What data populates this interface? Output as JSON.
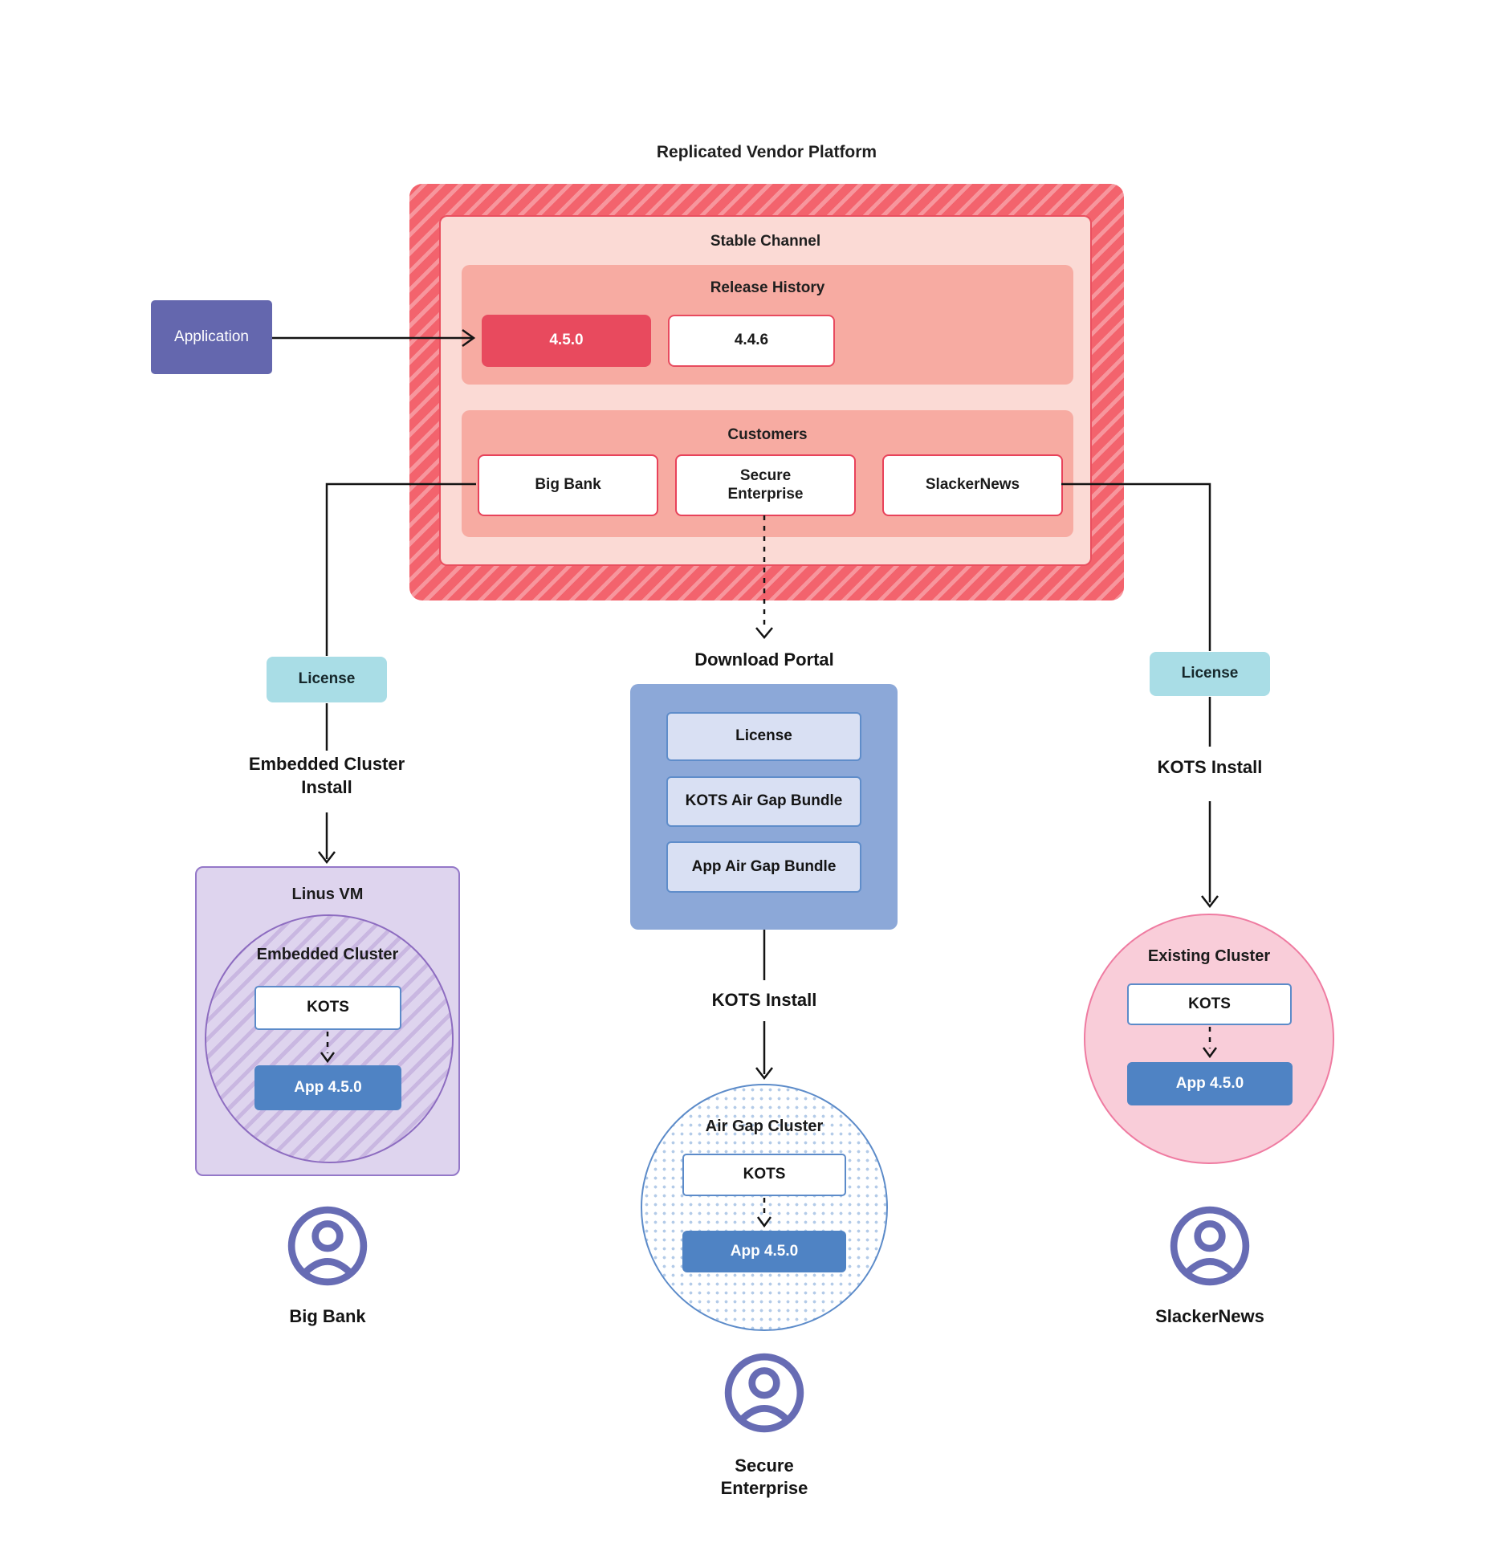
{
  "title": "Replicated Vendor Platform",
  "platform": {
    "stable_channel": "Stable Channel",
    "release_history": {
      "label": "Release History",
      "current": "4.5.0",
      "previous": "4.4.6"
    },
    "customers": {
      "label": "Customers",
      "big_bank": "Big Bank",
      "secure_enterprise": "Secure Enterprise",
      "slackernews": "SlackerNews"
    }
  },
  "application": "Application",
  "left": {
    "license": "License",
    "install": "Embedded Cluster Install",
    "vm": "Linus VM",
    "cluster": "Embedded Cluster",
    "kots": "KOTS",
    "app": "App 4.5.0",
    "user": "Big Bank"
  },
  "middle": {
    "portal_title": "Download Portal",
    "portal_items": [
      "License",
      "KOTS Air Gap Bundle",
      "App Air Gap Bundle"
    ],
    "install": "KOTS Install",
    "cluster": "Air Gap Cluster",
    "kots": "KOTS",
    "app": "App 4.5.0",
    "user": "Secure Enterprise"
  },
  "right": {
    "license": "License",
    "install": "KOTS Install",
    "cluster": "Existing Cluster",
    "kots": "KOTS",
    "app": "App 4.5.0",
    "user": "SlackerNews"
  },
  "colors": {
    "platform_red": "#e84a5e",
    "platform_hatch_base": "#f3636d",
    "platform_hatch_stripe": "#f7969d",
    "stable_pink": "#fbdad5",
    "panel_salmon": "#f7aba2",
    "application_purple": "#6467ae",
    "license_teal": "#a9dde6",
    "portal_blue": "#8ca8d8",
    "portal_item_blue": "#d9e0f3",
    "app_blue": "#4f83c4",
    "kots_border_blue": "#5c8bc9",
    "vm_purple_fill": "#ded4ee",
    "vm_purple_border": "#8d6cc0",
    "existing_pink_fill": "#f9cdd9",
    "existing_pink_border": "#ef7ba1",
    "avatar_purple": "#676cb4",
    "connector_black": "#141414"
  }
}
